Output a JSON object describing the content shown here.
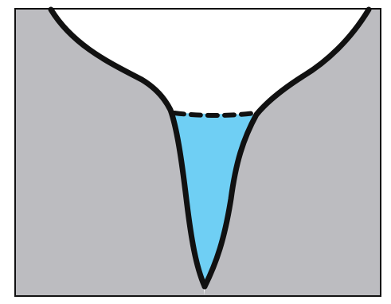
{
  "diagram": {
    "colors": {
      "background": "#ffffff",
      "solid": "#bcbcc0",
      "void": "#ffffff",
      "liquid": "#6fcff4",
      "outline": "#111111"
    },
    "elements": [
      "frame-border",
      "solid-body-left",
      "solid-body-right",
      "open-space-above",
      "liquid-filled-channel",
      "channel-outline",
      "liquid-surface-dashed-line"
    ]
  }
}
